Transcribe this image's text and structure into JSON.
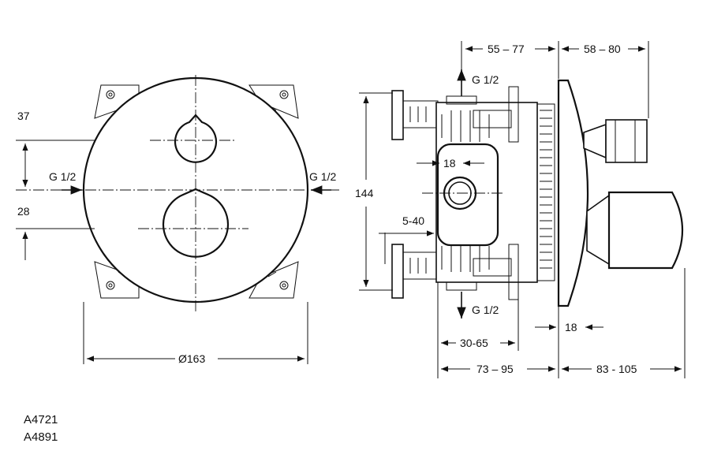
{
  "labels": {
    "front_37": "37",
    "front_28": "28",
    "front_g_left": "G 1/2",
    "front_g_right": "G 1/2",
    "front_diameter": "Ø163",
    "side_55_77": "55 – 77",
    "side_58_80": "58 – 80",
    "side_g_top": "G 1/2",
    "side_g_bottom": "G 1/2",
    "side_144": "144",
    "side_18_top": "18",
    "side_5_40": "5-40",
    "side_18_bottom": "18",
    "side_30_65": "30-65",
    "side_73_95": "73 – 95",
    "side_83_105": "83 - 105"
  },
  "product_codes": [
    "A4721",
    "A4891"
  ]
}
